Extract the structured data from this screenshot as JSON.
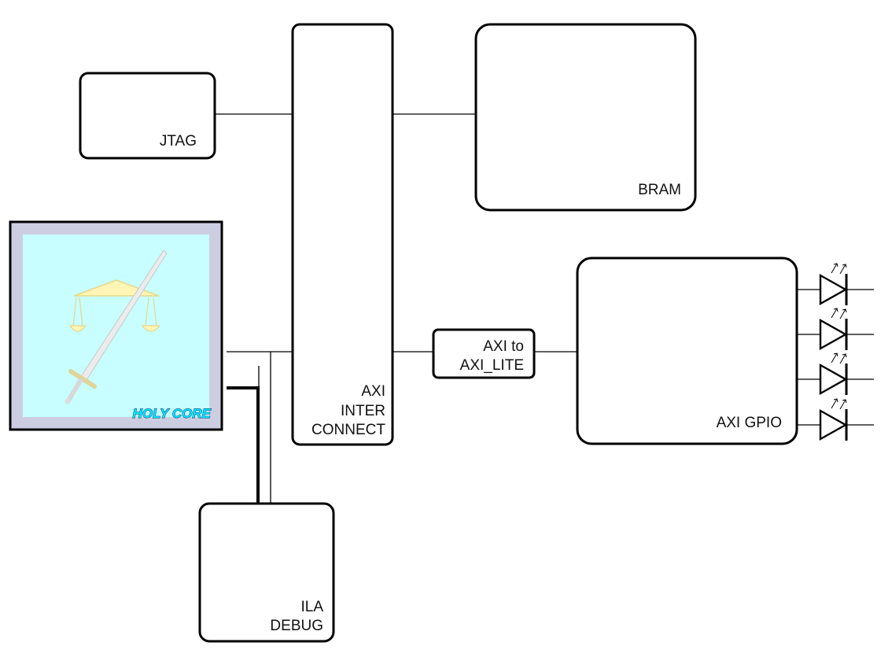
{
  "blocks": {
    "jtag": {
      "label": "JTAG"
    },
    "interconnect": {
      "line1": "AXI",
      "line2": "INTER",
      "line3": "CONNECT"
    },
    "bram": {
      "label": "BRAM"
    },
    "axi_to_lite": {
      "line1": "AXI to",
      "line2": "AXI_LITE"
    },
    "gpio": {
      "label": "AXI GPIO"
    },
    "ila": {
      "line1": "ILA",
      "line2": "DEBUG"
    },
    "core": {
      "logo_text": "HOLY CORE"
    }
  },
  "colors": {
    "core_frame": "#cdcde2",
    "core_panel": "#c8feff",
    "logo_text": "#00e6ff",
    "sword": "#e8e8e8",
    "scales": "#fff5b4"
  },
  "leds": {
    "count": 4,
    "icon": "led-diode-icon"
  }
}
